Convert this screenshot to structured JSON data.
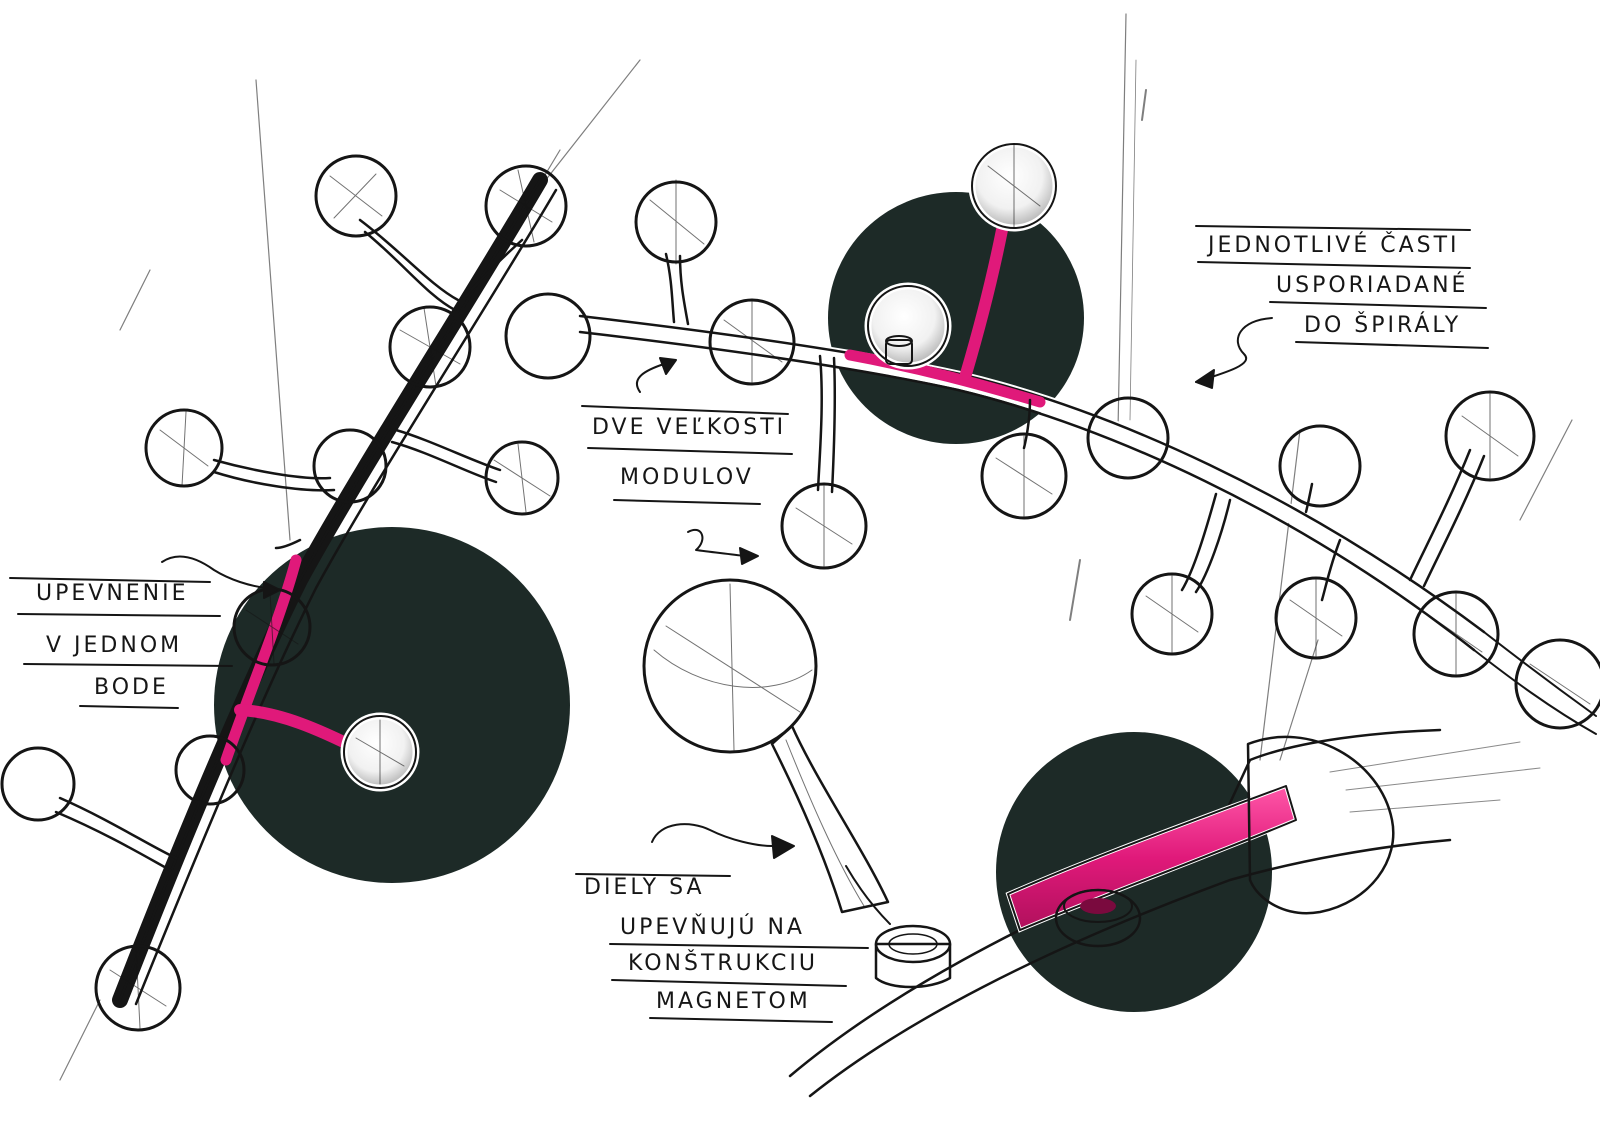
{
  "annotations": {
    "spiral_parts": [
      "JEDNOTLIVÉ ČASTI",
      "USPORIADANÉ",
      "DO ŠPIRÁLY"
    ],
    "two_sizes": [
      "DVE VEĽKOSTI",
      "MODULOV"
    ],
    "single_point": [
      "UPEVNENIE",
      "V JEDNOM",
      "BODE"
    ],
    "magnets": [
      "DIELY SA",
      "UPEVŇUJÚ NA",
      "KONŠTRUKCIU",
      "MAGNETOM"
    ]
  },
  "colors": {
    "paper": "#ffffff",
    "ink": "#151515",
    "marker_dark": "#1d2a27",
    "highlight_magenta": "#e0197a",
    "sphere_shadow": "#9a9a9a"
  }
}
